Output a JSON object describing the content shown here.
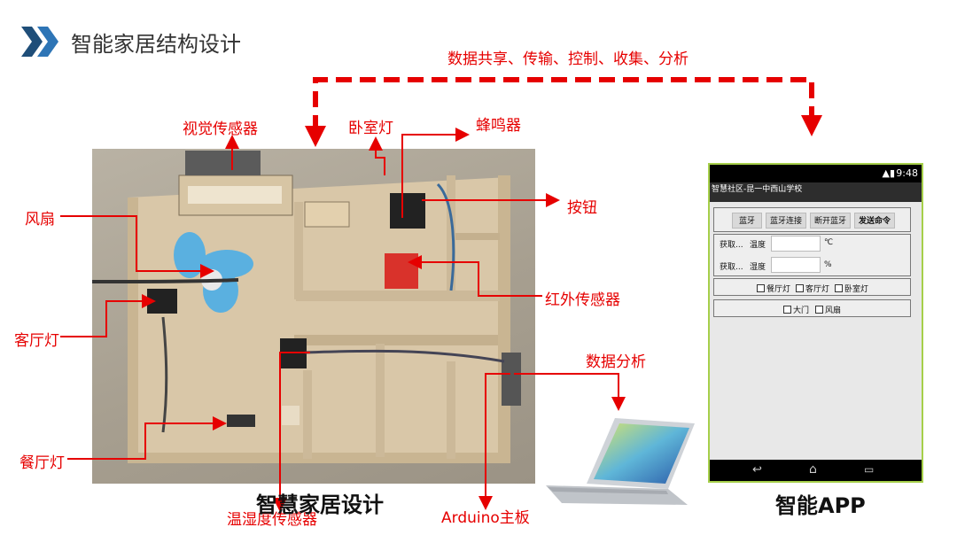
{
  "title": "智能家居结构设计",
  "flow_label": "数据共享、传输、控制、收集、分析",
  "labels": {
    "vision_sensor": "视觉传感器",
    "bedroom_light": "卧室灯",
    "buzzer": "蜂鸣器",
    "button": "按钮",
    "fan": "风扇",
    "ir_sensor": "红外传感器",
    "living_light": "客厅灯",
    "dining_light": "餐厅灯",
    "temp_humidity": "温湿度传感器",
    "arduino": "Arduino主板",
    "data_analysis": "数据分析"
  },
  "captions": {
    "home": "智慧家居设计",
    "app": "智能APP"
  },
  "phone": {
    "time": "9:48",
    "app_title": "智慧社区-昆一中西山学校",
    "buttons": [
      "蓝牙",
      "蓝牙连接",
      "断开蓝牙",
      "发送命令"
    ],
    "rows": [
      {
        "action": "获取...",
        "name": "温度",
        "unit": "℃"
      },
      {
        "action": "获取...",
        "name": "湿度",
        "unit": "%"
      }
    ],
    "checks1": [
      "餐厅灯",
      "客厅灯",
      "卧室灯"
    ],
    "checks2": [
      "大门",
      "风扇"
    ]
  },
  "colors": {
    "accent_red": "#e60000",
    "chevron_blue": "#1f4e79",
    "phone_border": "#a6cf4a"
  }
}
